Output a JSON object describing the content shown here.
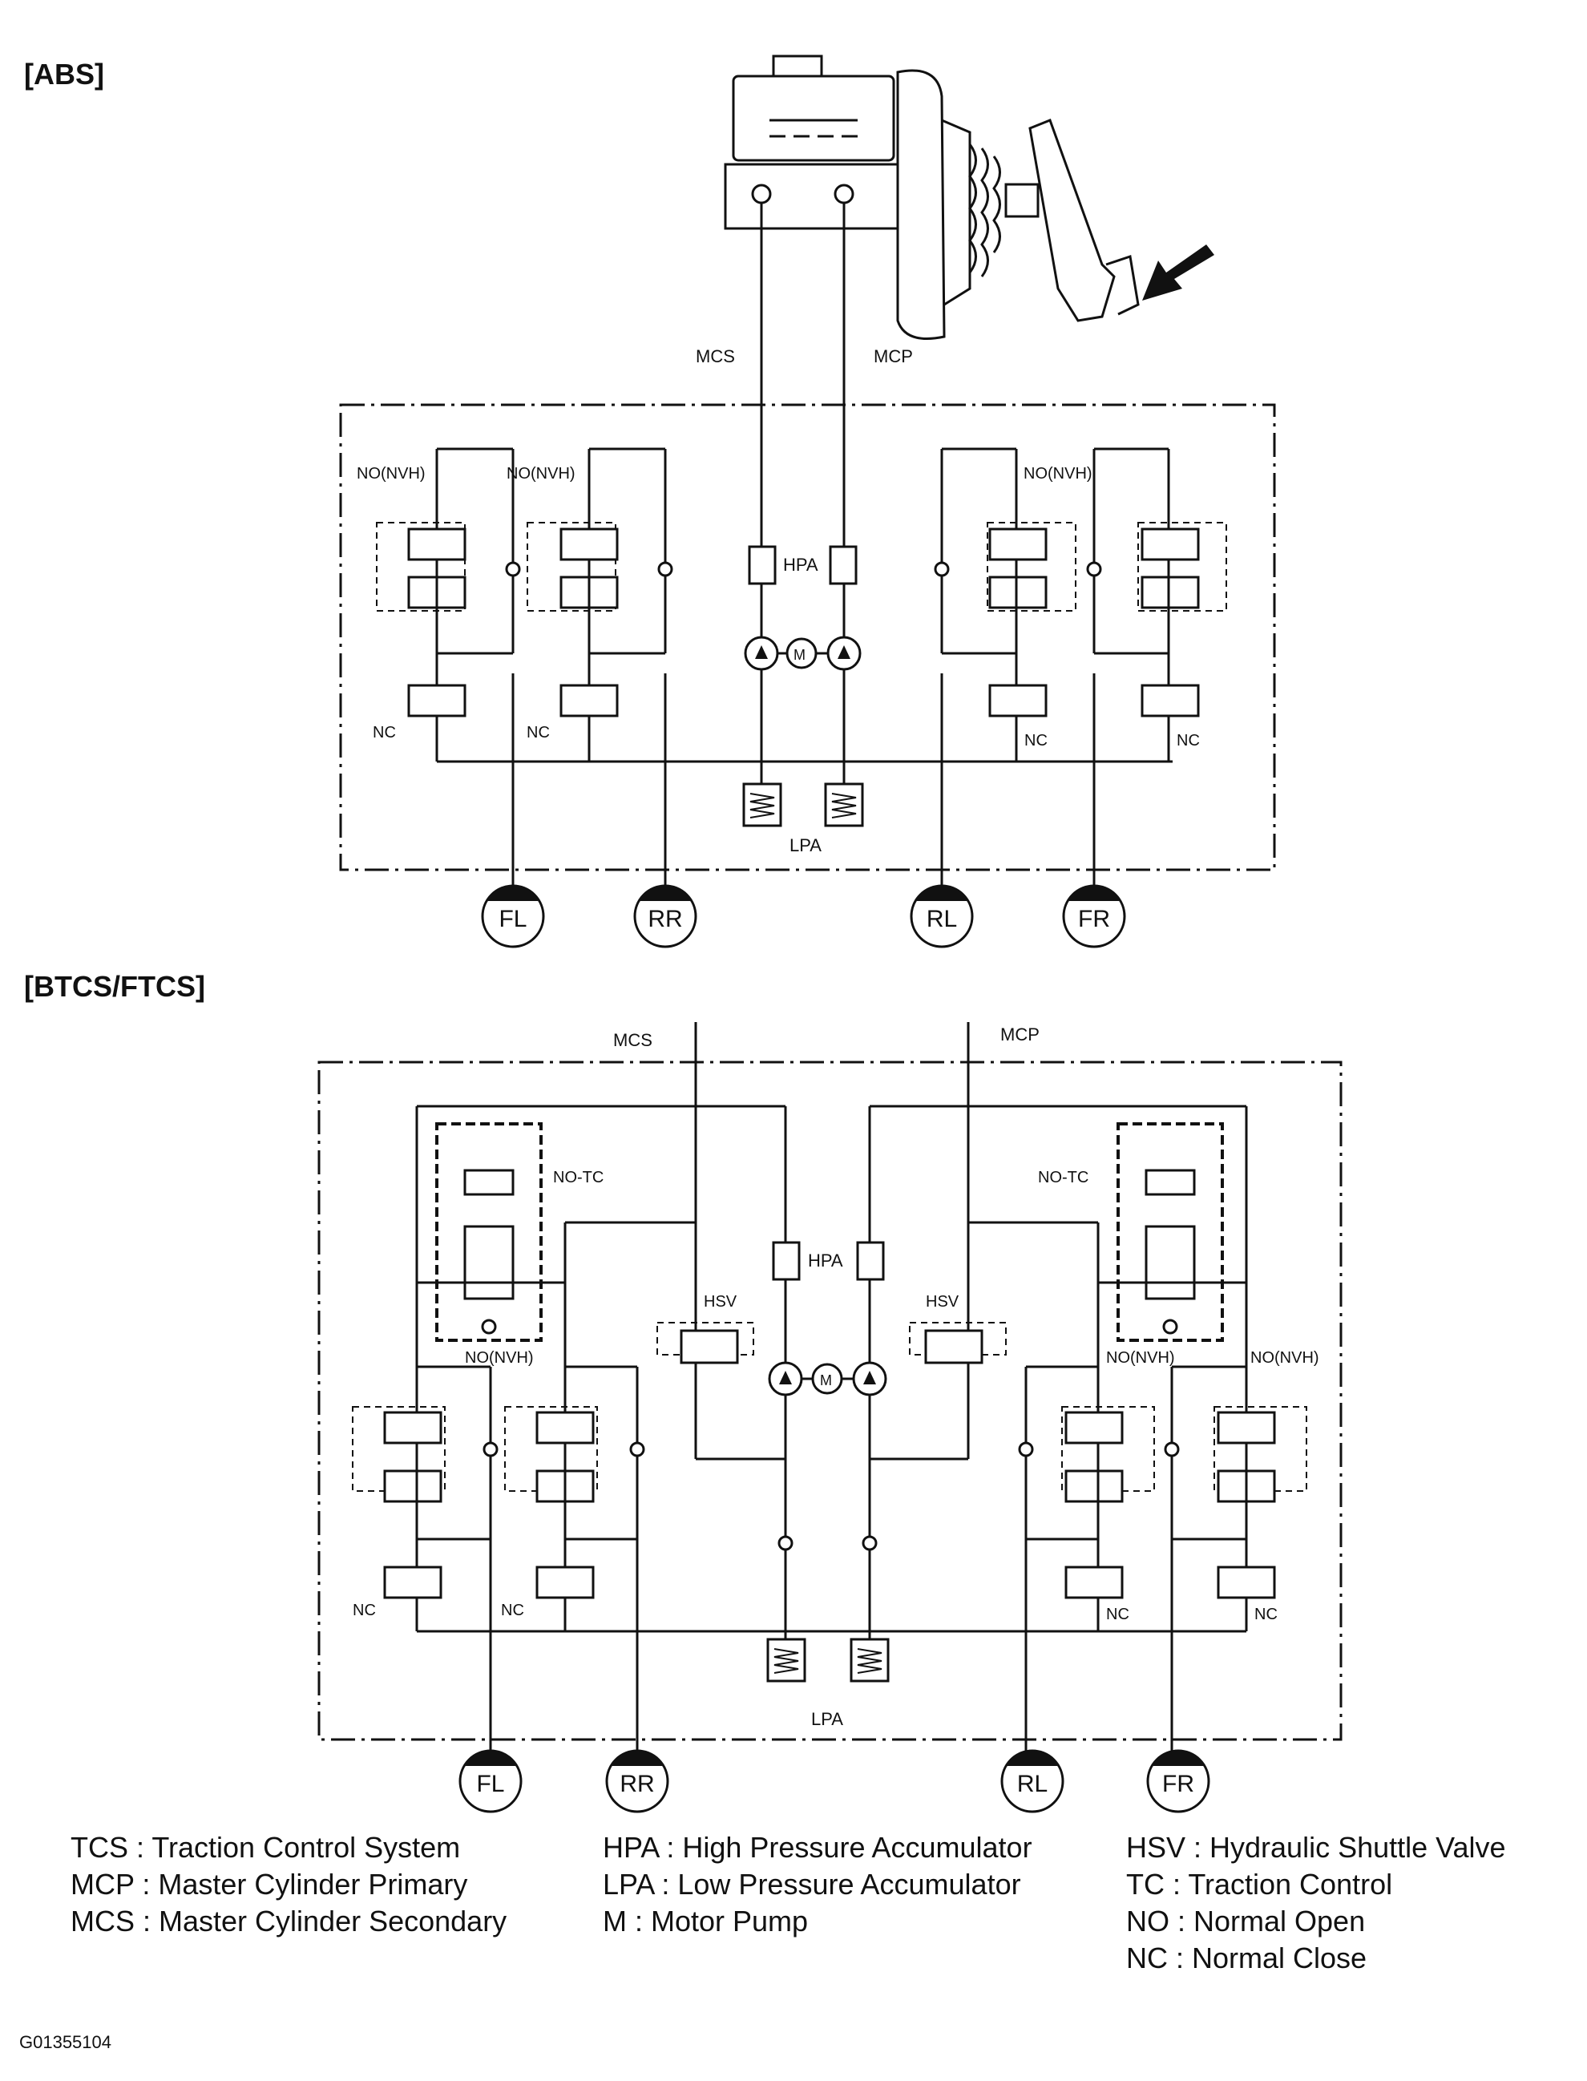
{
  "sections": {
    "abs": {
      "title": "[ABS]"
    },
    "tcs": {
      "title": "[BTCS/FTCS]"
    }
  },
  "labels": {
    "mcs": "MCS",
    "mcp": "MCP",
    "hpa": "HPA",
    "lpa": "LPA",
    "motor": "M",
    "hsv": "HSV",
    "no_nvh": "NO(NVH)",
    "nc": "NC",
    "no_tc": "NO-TC"
  },
  "wheels": [
    "FL",
    "RR",
    "RL",
    "FR"
  ],
  "legend": {
    "col1": [
      "TCS : Traction Control System",
      "MCP : Master Cylinder Primary",
      "MCS : Master Cylinder Secondary"
    ],
    "col2": [
      "HPA : High Pressure Accumulator",
      "LPA : Low Pressure Accumulator",
      "M : Motor Pump"
    ],
    "col3": [
      "HSV : Hydraulic Shuttle Valve",
      "TC : Traction Control",
      "NO : Normal Open",
      "NC : Normal Close"
    ]
  },
  "figure_id": "G01355104"
}
